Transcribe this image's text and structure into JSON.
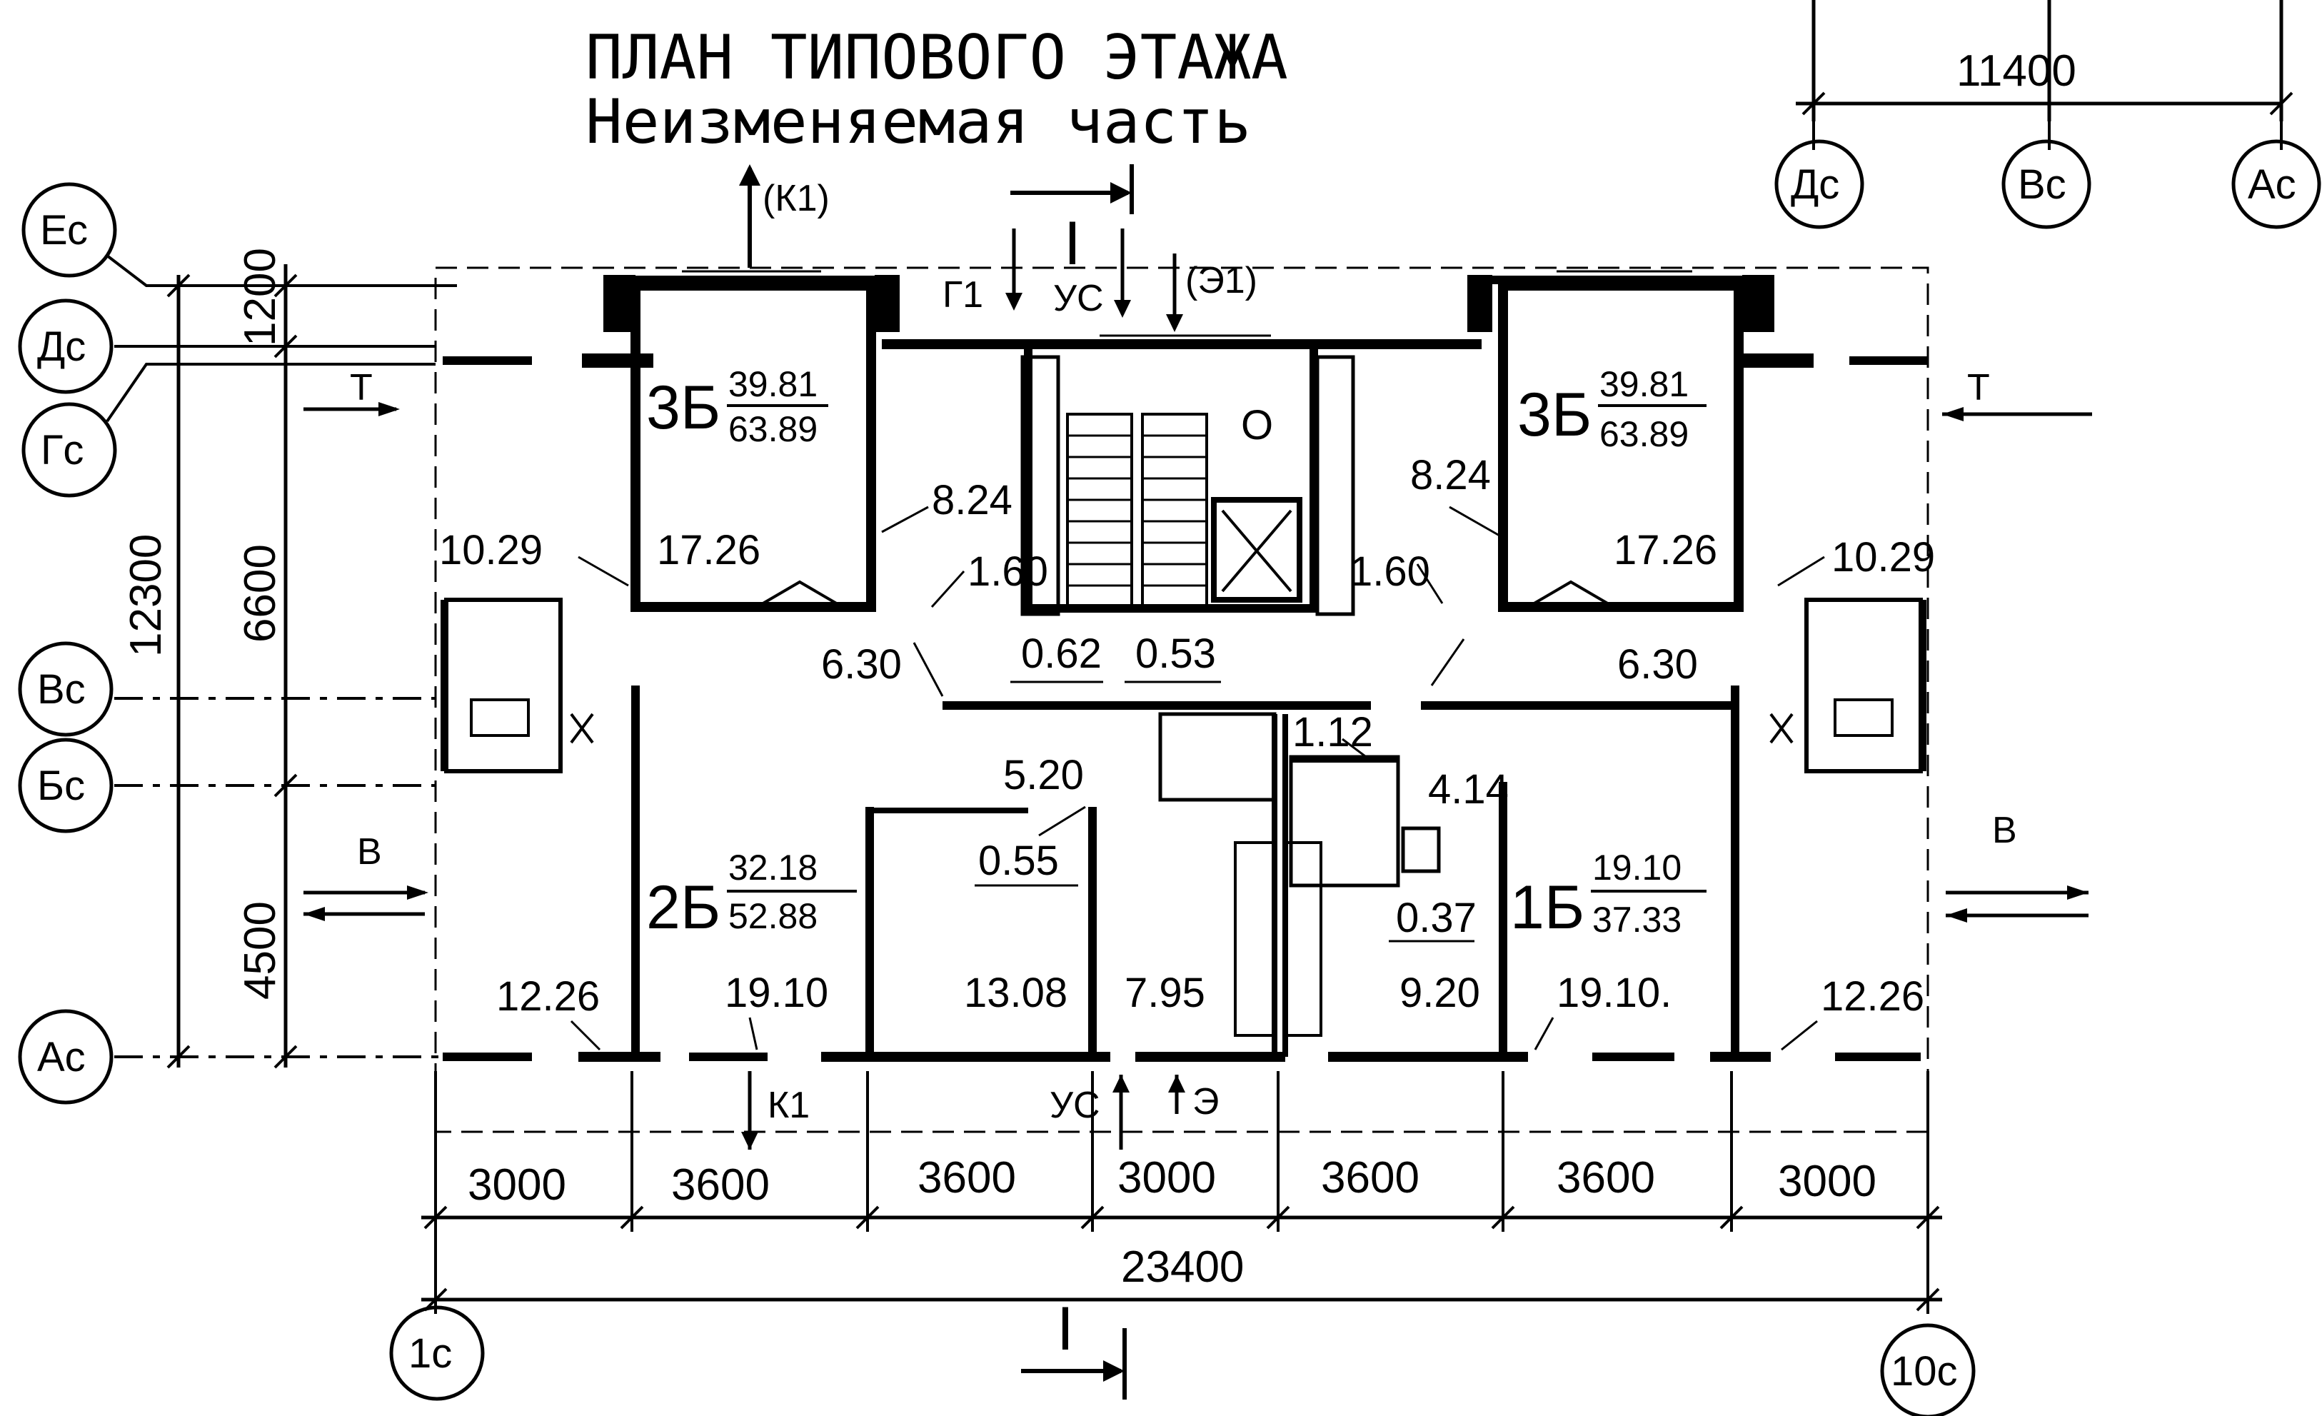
{
  "title": {
    "line1": "ПЛАН ТИПОВОГО ЭТАЖА",
    "line2": "Неизменяемая часть"
  },
  "axes": {
    "left": [
      "Ес",
      "Дс",
      "Гс",
      "Вс",
      "Бс",
      "Ас"
    ],
    "bottom": [
      "1с",
      "10с"
    ],
    "top_right": [
      "Дс",
      "Вс",
      "Ас"
    ]
  },
  "dimensions": {
    "top_right_total": "11400",
    "vertical_total": "12300",
    "vertical_parts": [
      "1200",
      "6600",
      "4500"
    ],
    "bottom_spans": [
      "3000",
      "3600",
      "3600",
      "3000",
      "3600",
      "3600",
      "3000"
    ],
    "bottom_total": "23400"
  },
  "apartments": [
    {
      "type": "3Б",
      "living": "39.81",
      "total": "63.89"
    },
    {
      "type": "3Б",
      "living": "39.81",
      "total": "63.89"
    },
    {
      "type": "2Б",
      "living": "32.18",
      "total": "52.88"
    },
    {
      "type": "1Б",
      "living": "19.10",
      "total": "37.33"
    }
  ],
  "room_areas": {
    "a1029_l": "10.29",
    "a1726_l": "17.26",
    "a824_l": "8.24",
    "a160_l": "1.60",
    "a824_r": "8.24",
    "a160_r": "1.60",
    "a1726_r": "17.26",
    "a1029_r": "10.29",
    "a630_l": "6.30",
    "a062": "0.62",
    "a053": "0.53",
    "a630_r": "6.30",
    "a112": "1.12",
    "a520": "5.20",
    "a414": "4.14",
    "a055": "0.55",
    "a037": "0.37",
    "a1226_l": "12.26",
    "a1910_l": "19.10",
    "a1308": "13.08",
    "a795": "7.95",
    "a920": "9.20",
    "a1910_r": "19.10.",
    "a1226_r": "12.26"
  },
  "markers": {
    "k1_top": "(К1)",
    "g1": "Г1",
    "section_top": "I",
    "us_top": "УС",
    "e1_top": "(Э1)",
    "t_left": "Т",
    "t_right": "Т",
    "v_left": "В",
    "v_right": "В",
    "k1_bottom": "К1",
    "us_bottom": "УС",
    "e_bottom": "Э",
    "section_bottom": "I",
    "lift": "О"
  }
}
